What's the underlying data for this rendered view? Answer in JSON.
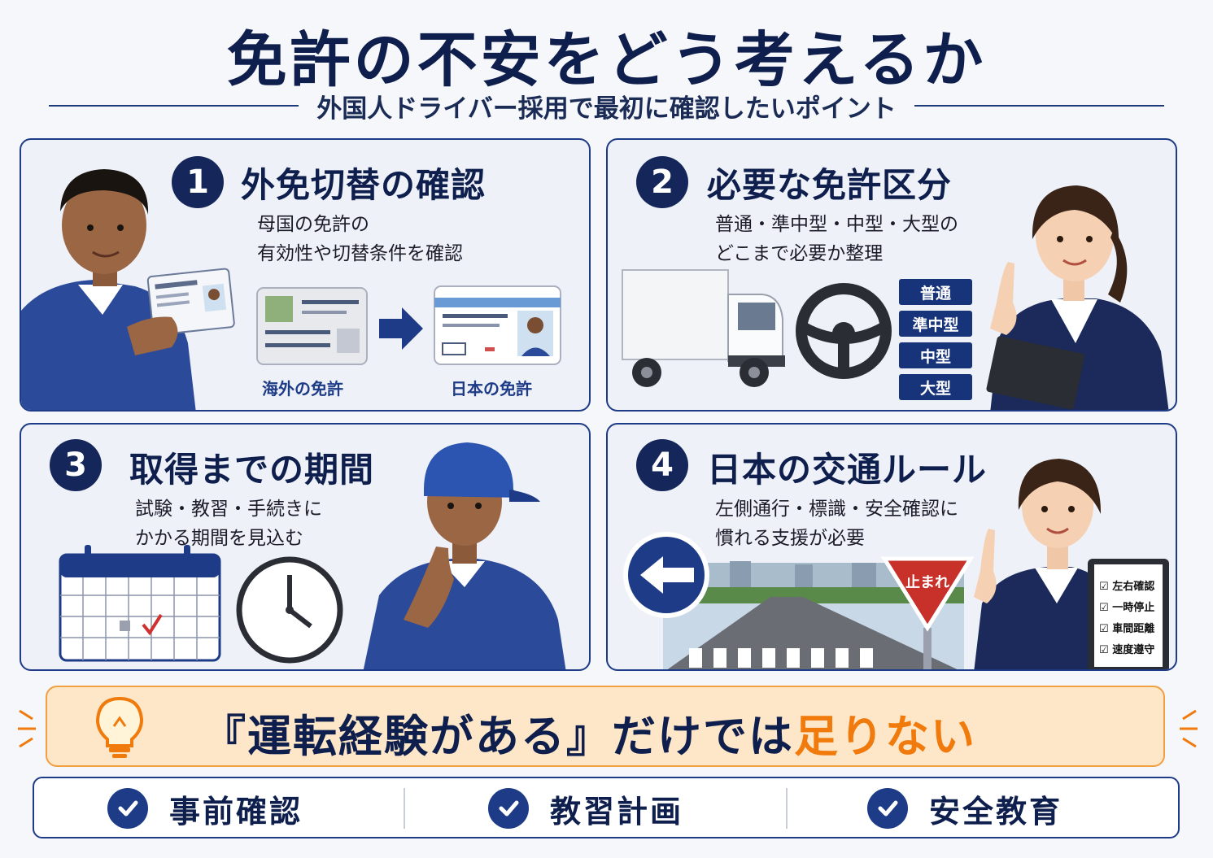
{
  "header": {
    "title": "免許の不安をどう考えるか",
    "subtitle": "外国人ドライバー採用で最初に確認したいポイント"
  },
  "panels": [
    {
      "number": "1",
      "title": "外免切替の確認",
      "desc_lines": [
        "母国の免許の",
        "有効性や切替条件を確認"
      ],
      "labels": [
        "海外の免許",
        "日本の免許"
      ]
    },
    {
      "number": "2",
      "title": "必要な免許区分",
      "desc_lines": [
        "普通・準中型・中型・大型の",
        "どこまで必要か整理"
      ],
      "categories": [
        "普通",
        "準中型",
        "中型",
        "大型"
      ]
    },
    {
      "number": "3",
      "title": "取得までの期間",
      "desc_lines": [
        "試験・教習・手続きに",
        "かかる期間を見込む"
      ]
    },
    {
      "number": "4",
      "title": "日本の交通ルール",
      "desc_lines": [
        "左側通行・標識・安全確認に",
        "慣れる支援が必要"
      ],
      "stop_sign": "止まれ",
      "checklist": [
        "左右確認",
        "一時停止",
        "車間距離",
        "速度遵守"
      ]
    }
  ],
  "banner": {
    "main": "『運転経験がある』だけでは",
    "accent": "足りない",
    "icon": "lightbulb-icon",
    "accent_color": "#f07a0c"
  },
  "bottom": {
    "items": [
      "事前確認",
      "教習計画",
      "安全教育"
    ],
    "icon": "check-circle-icon"
  },
  "colors": {
    "navy": "#15275a",
    "border": "#1d3b86",
    "banner_bg": "#fde7c8"
  }
}
